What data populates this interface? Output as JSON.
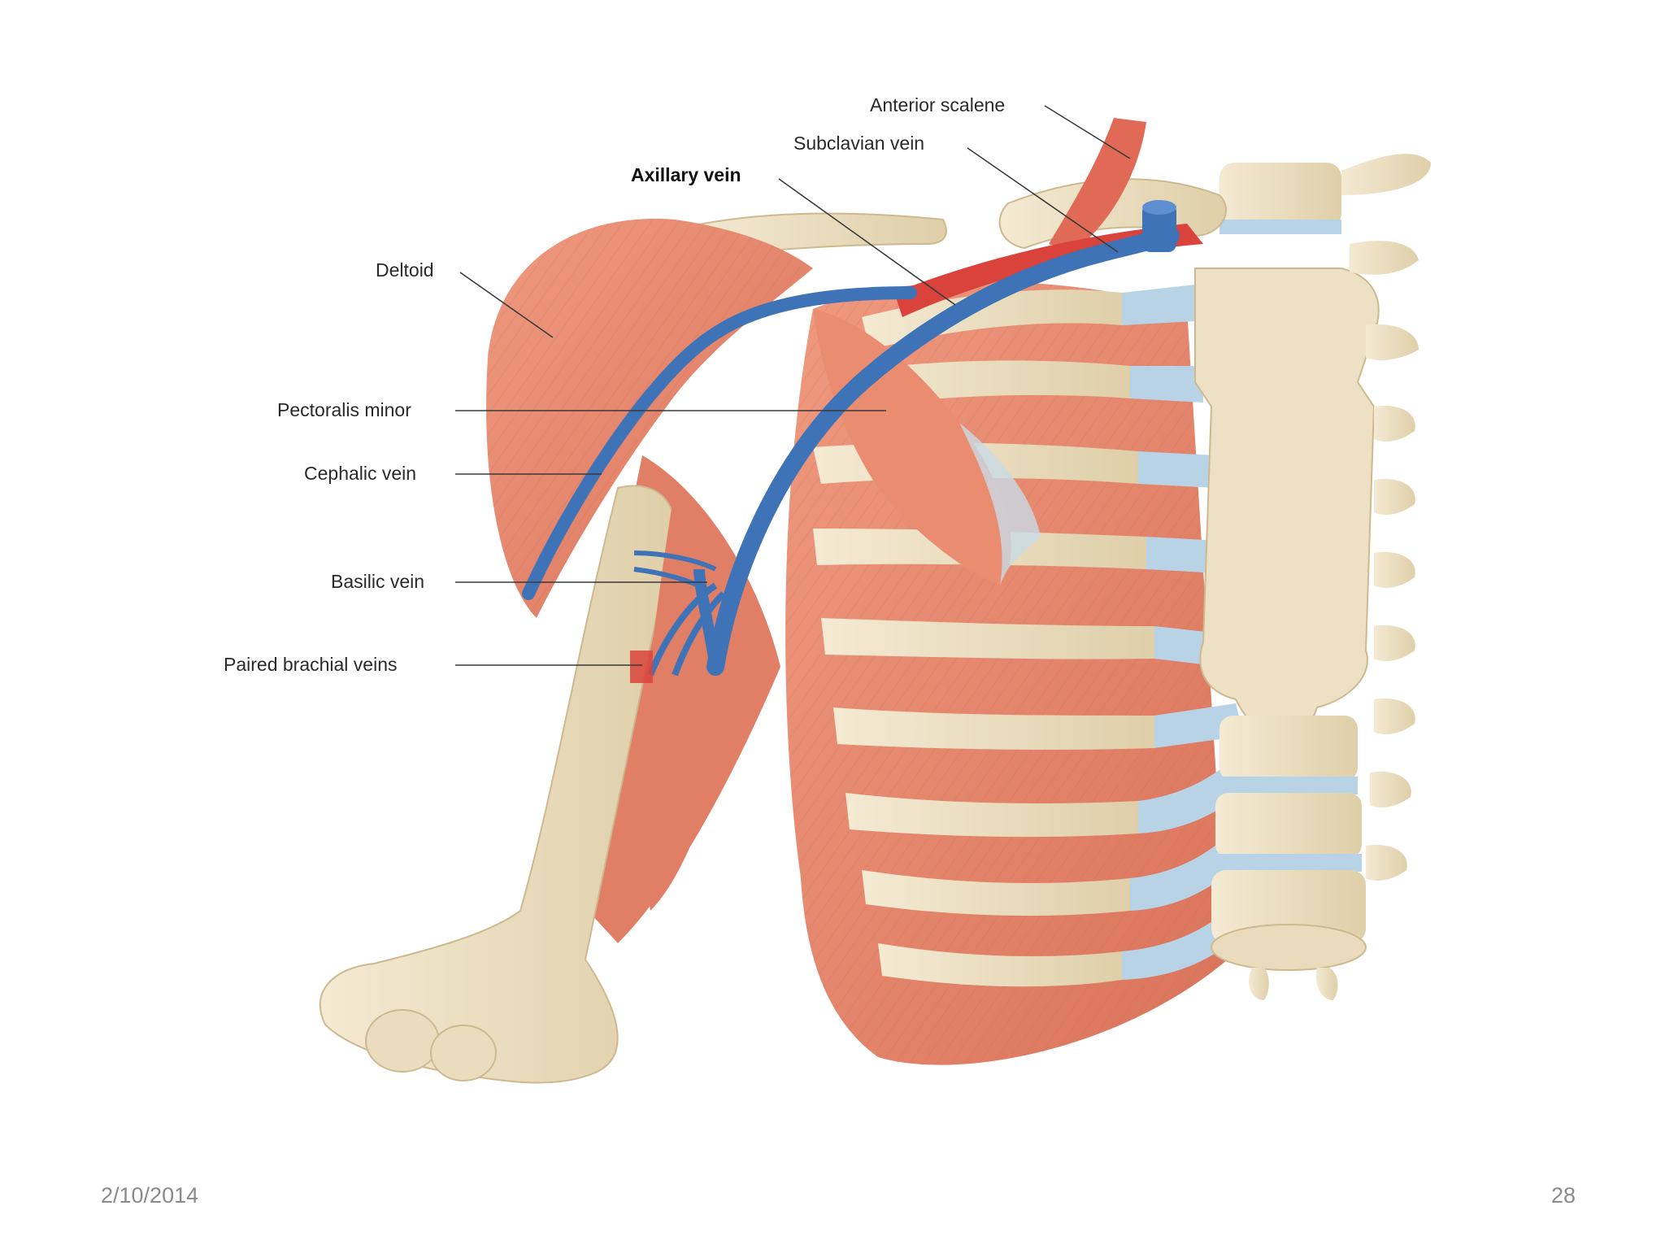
{
  "figure": {
    "labels": {
      "anterior_scalene": "Anterior scalene",
      "subclavian_vein": "Subclavian vein",
      "axillary_vein": "Axillary vein",
      "deltoid": "Deltoid",
      "pectoralis_minor": "Pectoralis minor",
      "cephalic_vein": "Cephalic vein",
      "basilic_vein": "Basilic vein",
      "paired_brachial_veins": "Paired brachial veins"
    }
  },
  "footer": {
    "date": "2/10/2014",
    "page_number": "28"
  },
  "colors": {
    "muscle": "#e8876c",
    "muscle_dark": "#c9604a",
    "bone": "#ede0c4",
    "cartilage": "#b9d3e6",
    "vein": "#3f73b8",
    "artery": "#d9433b",
    "fascia": "#f3c1b0"
  }
}
